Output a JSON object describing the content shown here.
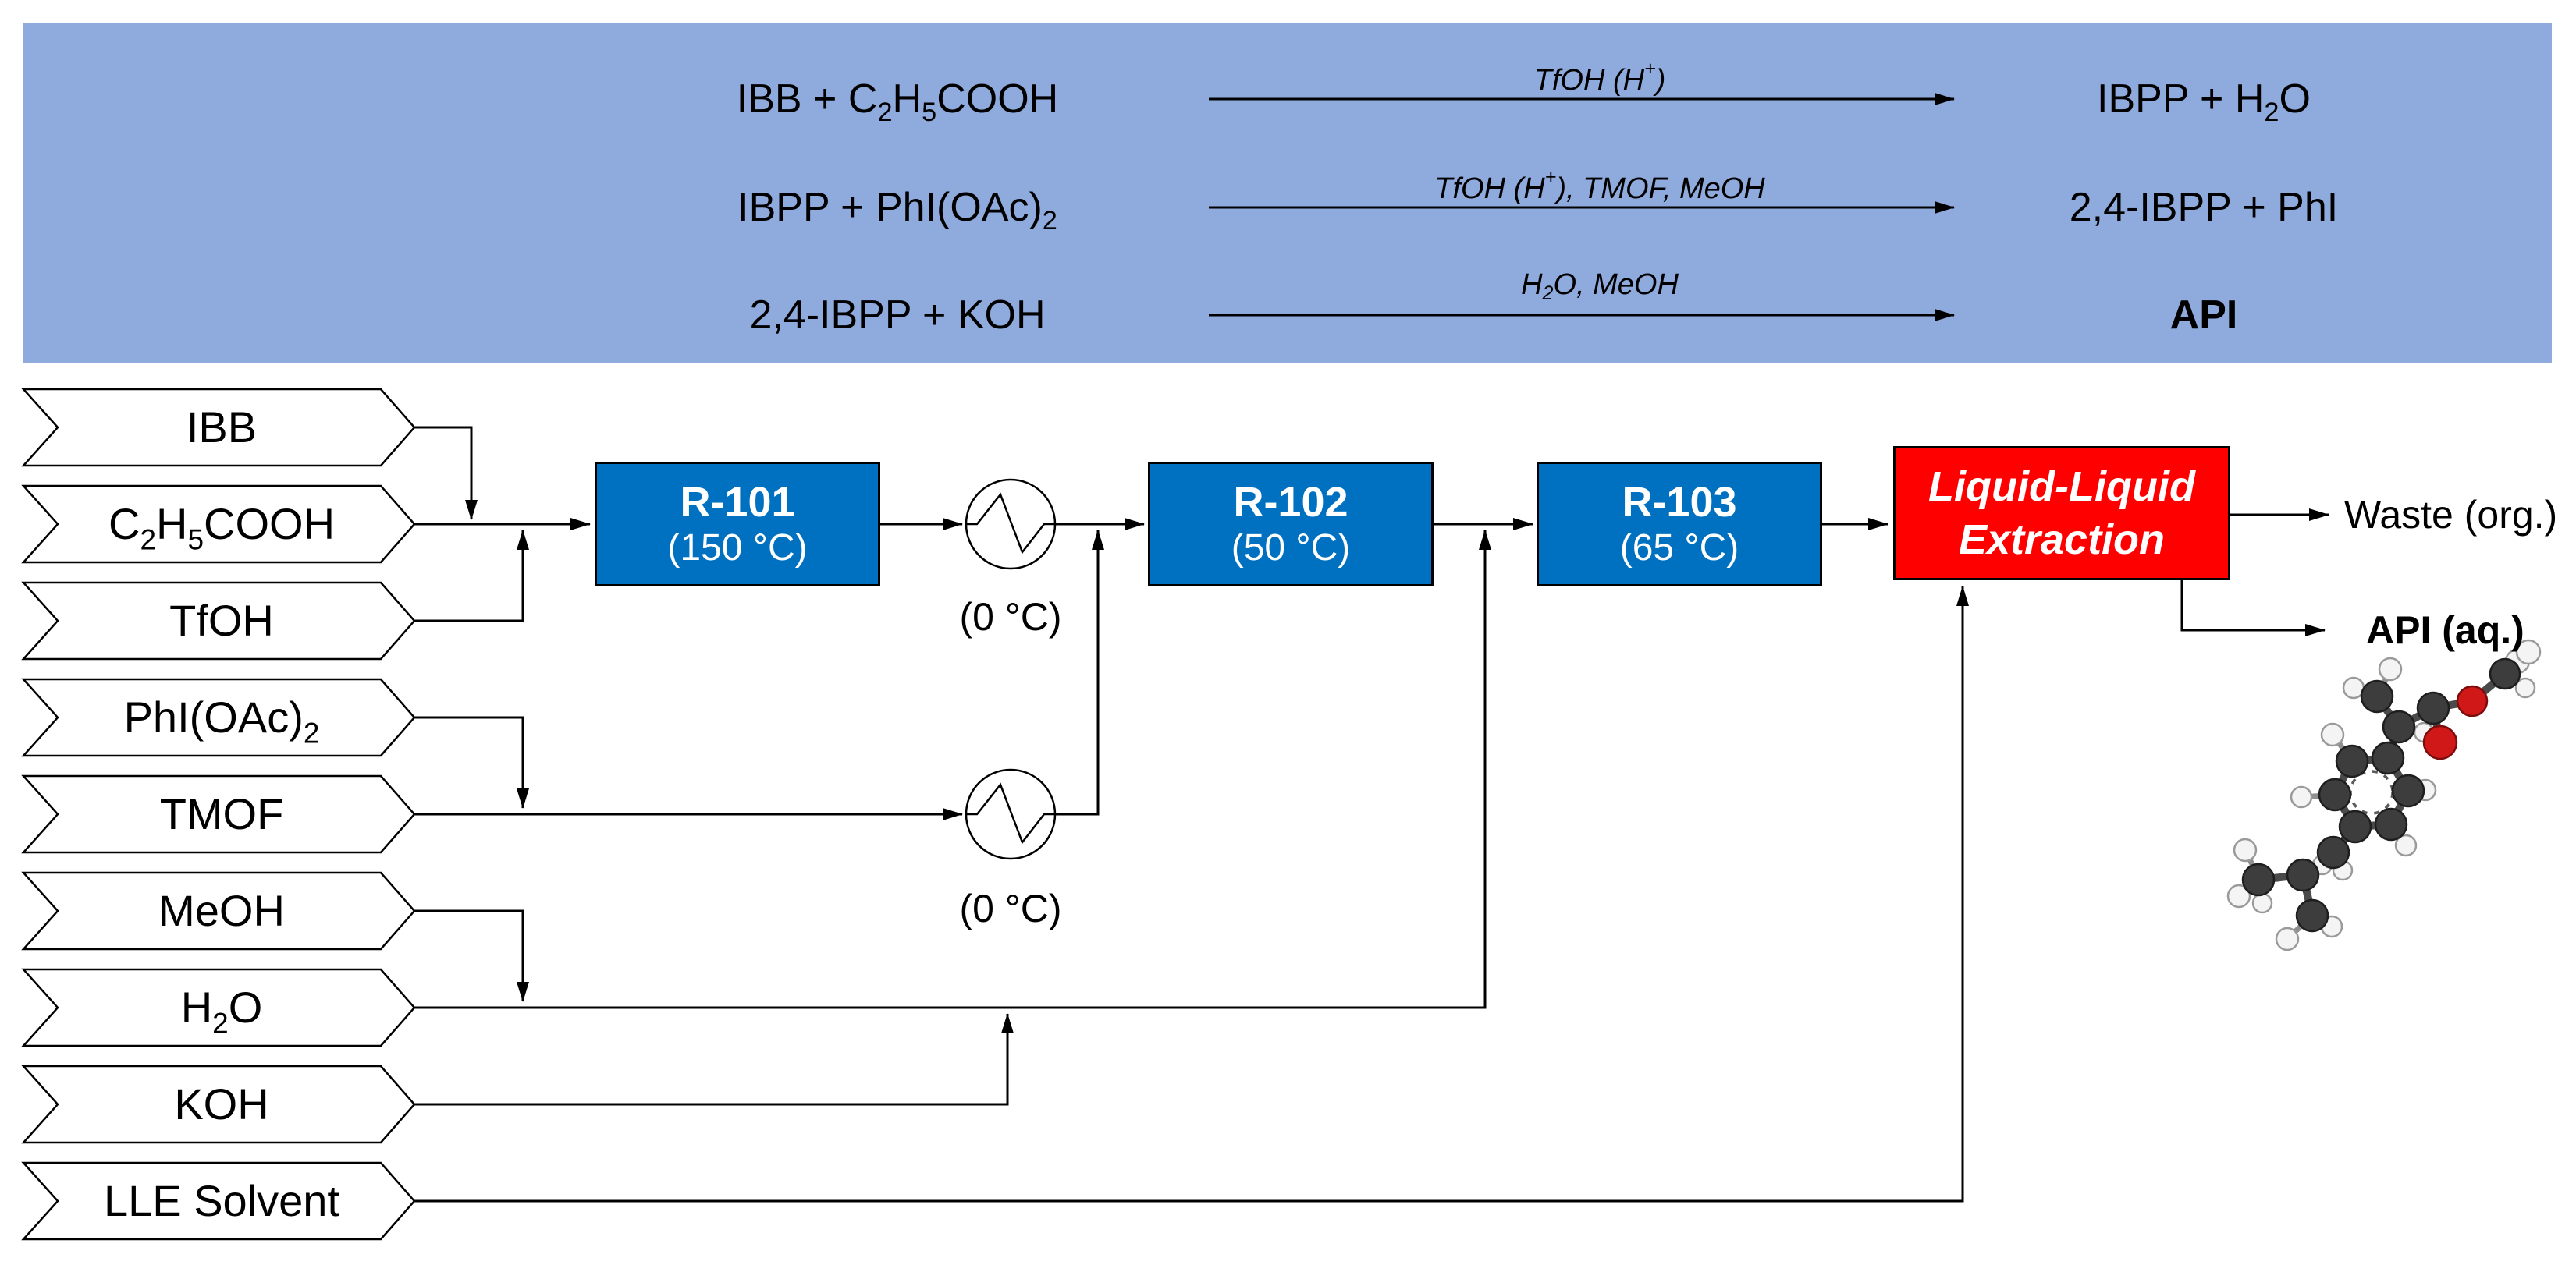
{
  "colors": {
    "banner_bg": "#8FAADC",
    "reactor_bg": "#0070C0",
    "extraction_bg": "#FF0000",
    "line": "#000000",
    "atom_carbon": "#3D3D3D",
    "atom_hydrogen": "#F4F4F4",
    "atom_oxygen": "#D01818"
  },
  "banner": {
    "reactions": [
      {
        "reactants": "IBB + C<sub>2</sub>H<sub>5</sub>COOH",
        "conditions": "TfOH (H<sup>+</sup>)",
        "products": "IBPP + H<sub>2</sub>O"
      },
      {
        "reactants": "IBPP + PhI(OAc)<sub>2</sub>",
        "conditions": "TfOH (H<sup>+</sup>), TMOF, MeOH",
        "products": "2,4-IBPP + PhI"
      },
      {
        "reactants": "2,4-IBPP + KOH",
        "conditions": "H<sub>2</sub>O, MeOH",
        "products": "API"
      }
    ]
  },
  "streams": [
    {
      "label": "IBB"
    },
    {
      "label": "C<sub>2</sub>H<sub>5</sub>COOH"
    },
    {
      "label": "TfOH"
    },
    {
      "label": "PhI(OAc)<sub>2</sub>"
    },
    {
      "label": "TMOF"
    },
    {
      "label": "MeOH"
    },
    {
      "label": "H<sub>2</sub>O"
    },
    {
      "label": "KOH"
    },
    {
      "label": "LLE Solvent"
    }
  ],
  "units": [
    {
      "id": "R-101",
      "temp": "(150 °C)"
    },
    {
      "id": "R-102",
      "temp": "(50 °C)"
    },
    {
      "id": "R-103",
      "temp": "(65 °C)"
    }
  ],
  "heat_exchangers": [
    {
      "label": "(0 °C)"
    },
    {
      "label": "(0 °C)"
    }
  ],
  "extraction": {
    "line1": "Liquid-Liquid",
    "line2": "Extraction"
  },
  "outputs": {
    "waste": "Waste (org.)",
    "api": "API (aq.)"
  },
  "molecule": {
    "name": "api-3d-ball-and-stick-structure"
  }
}
